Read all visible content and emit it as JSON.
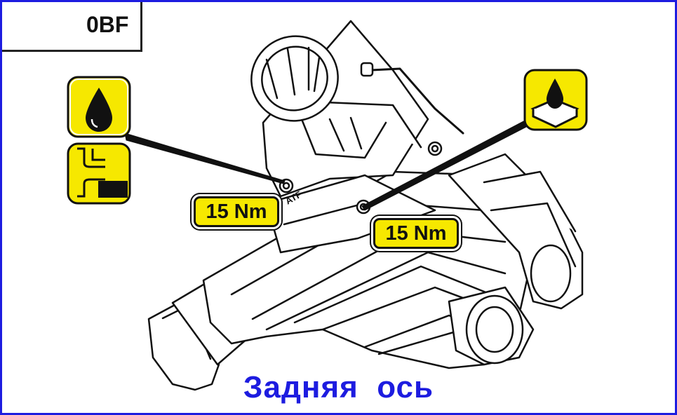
{
  "header": {
    "code": "0BF"
  },
  "callouts": {
    "torque_left": "15 Nm",
    "torque_right": "15 Nm",
    "fill_plug_label": "ATF"
  },
  "caption": "Задняя  ось",
  "colors": {
    "frame": "#1d1ce0",
    "badge": "#f6e800",
    "caption": "#1d1ce0"
  },
  "icons": [
    "axle-symbol-icon",
    "oil-drop-icon",
    "fill-level-icon",
    "oil-drain-icon"
  ]
}
